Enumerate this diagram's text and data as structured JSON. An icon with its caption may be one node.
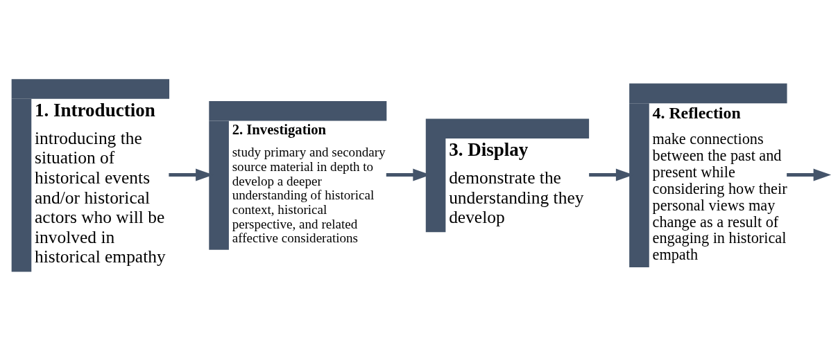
{
  "diagram": {
    "nodes": [
      {
        "text": [
          "1. Introduction",
          "introducing the situation of historical events and/or historical actors who will be involved in historical empathy"
        ]
      },
      {
        "text": [
          "2. Investigation",
          "study primary and secondary source material in depth to develop a deeper understanding of historical context, historical perspective, and related affective considerations"
        ]
      },
      {
        "text": [
          "3. Display",
          "demonstrate the understanding they develop"
        ]
      },
      {
        "text": [
          "4. Reflection",
          "make connections between the past and present while considering how their personal views may change as a result of engaging in historical empath"
        ]
      }
    ],
    "edges": [
      {
        "from": 0,
        "to": 1,
        "arrow": "to"
      },
      {
        "from": 1,
        "to": 2,
        "arrow": "to"
      },
      {
        "from": 2,
        "to": 3,
        "arrow": "to"
      },
      {
        "from": 3,
        "to": null,
        "arrow": "to"
      }
    ]
  }
}
